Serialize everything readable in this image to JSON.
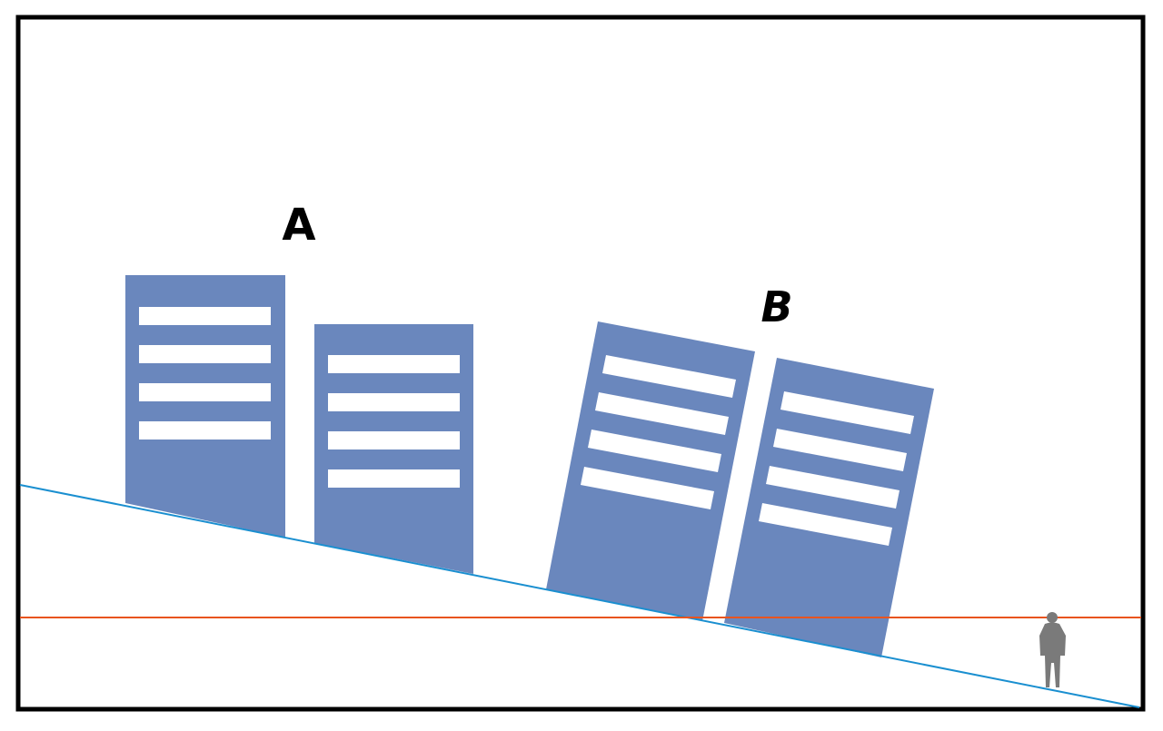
{
  "labels": {
    "a": "A",
    "b": "B"
  },
  "colors": {
    "frame": "#000000",
    "background": "#ffffff",
    "building": "#6a87bd",
    "window": "#ffffff",
    "slope_line": "#1a8fd0",
    "horizon_line": "#e8541e",
    "person": "#7a7a7a"
  },
  "groups": [
    {
      "name": "A",
      "buildings": 2,
      "orientation": "vertical"
    },
    {
      "name": "B",
      "buildings": 2,
      "orientation": "tilted"
    }
  ],
  "windows_per_building": 4
}
